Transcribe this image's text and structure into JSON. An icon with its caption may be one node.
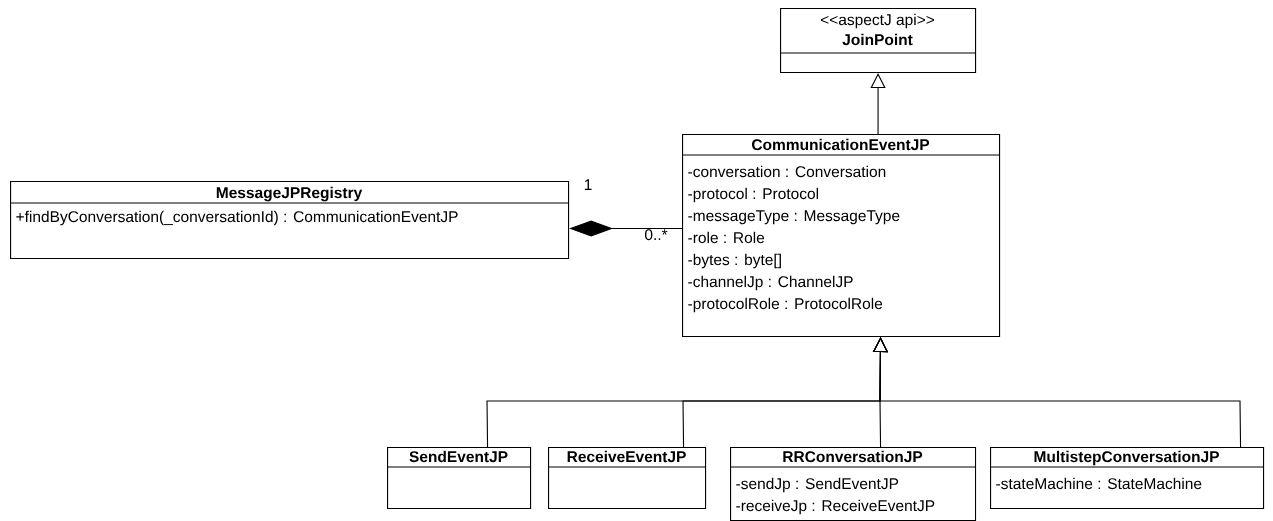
{
  "diagram": {
    "nodes": [
      {
        "text": [
          "<<aspectJ api>>",
          "JoinPoint"
        ]
      },
      {
        "text": [
          "CommunicationEventJP",
          "-conversation : Conversation",
          "-protocol : Protocol",
          "-messageType : MessageType",
          "-role : Role",
          "-bytes : byte[]",
          "-channelJp : ChannelJP",
          "-protocolRole : ProtocolRole"
        ]
      },
      {
        "text": [
          "MessageJPRegistry",
          "+findByConversation(_conversationId) : CommunicationEventJP"
        ]
      },
      {
        "text": [
          "SendEventJP"
        ]
      },
      {
        "text": [
          "ReceiveEventJP"
        ]
      },
      {
        "text": [
          "RRConversationJP",
          "-sendJp : SendEventJP",
          "-receiveJp : ReceiveEventJP"
        ]
      },
      {
        "text": [
          "MultistepConversationJP",
          "-stateMachine : StateMachine"
        ]
      }
    ],
    "edges": [
      {
        "from": 1,
        "to": 0,
        "arrow": "to"
      },
      {
        "from": 3,
        "to": 1,
        "arrow": "to"
      },
      {
        "from": 4,
        "to": 1,
        "arrow": "to"
      },
      {
        "from": 5,
        "to": 1,
        "arrow": "to"
      },
      {
        "from": 6,
        "to": 1,
        "arrow": "to"
      },
      {
        "from": 2,
        "to": 1,
        "arrow": "other"
      }
    ],
    "labels": [
      "1",
      "0..*"
    ]
  }
}
